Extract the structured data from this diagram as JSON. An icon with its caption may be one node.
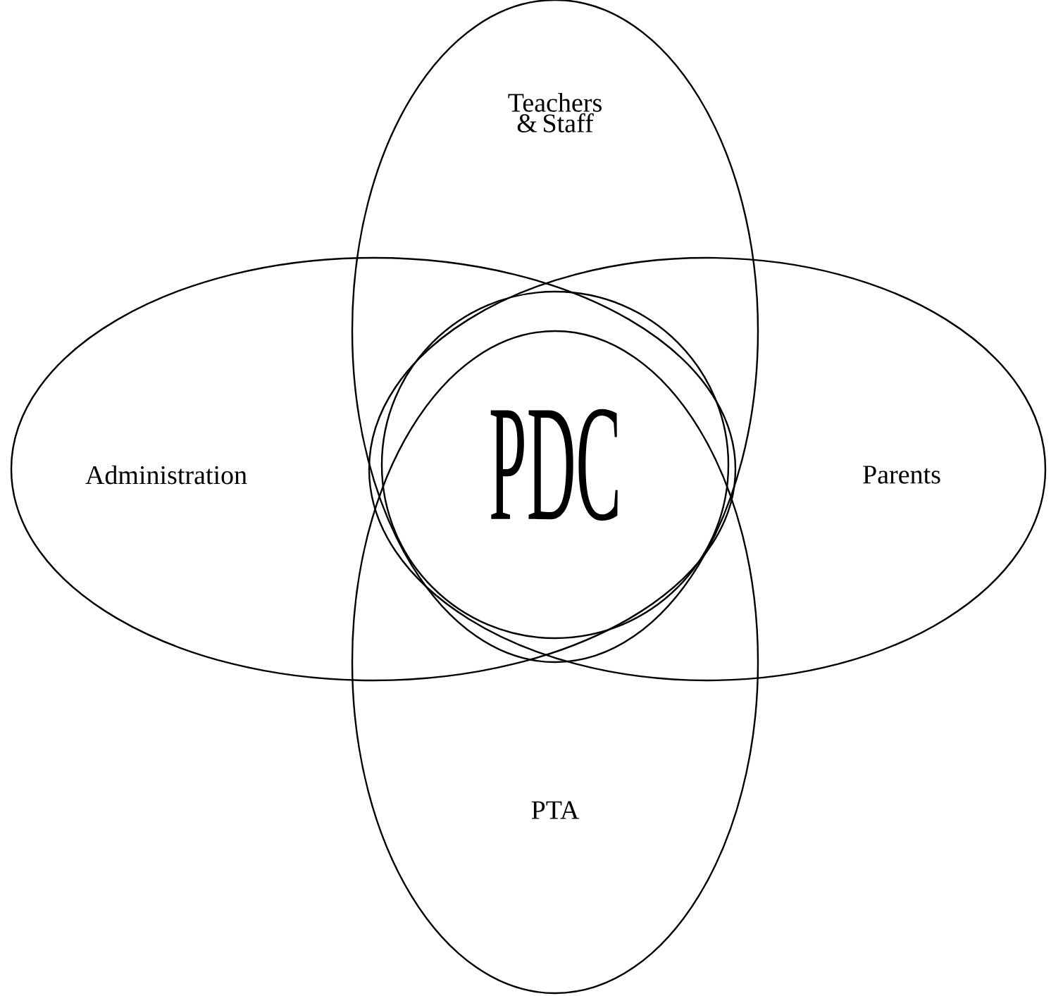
{
  "diagram": {
    "nodes": [
      {
        "text": [
          "Teachers & Staff"
        ]
      },
      {
        "text": [
          "Administration"
        ]
      },
      {
        "text": [
          "Parents"
        ]
      },
      {
        "text": [
          "PTA"
        ]
      },
      {
        "text": [
          "PDC"
        ]
      }
    ]
  }
}
